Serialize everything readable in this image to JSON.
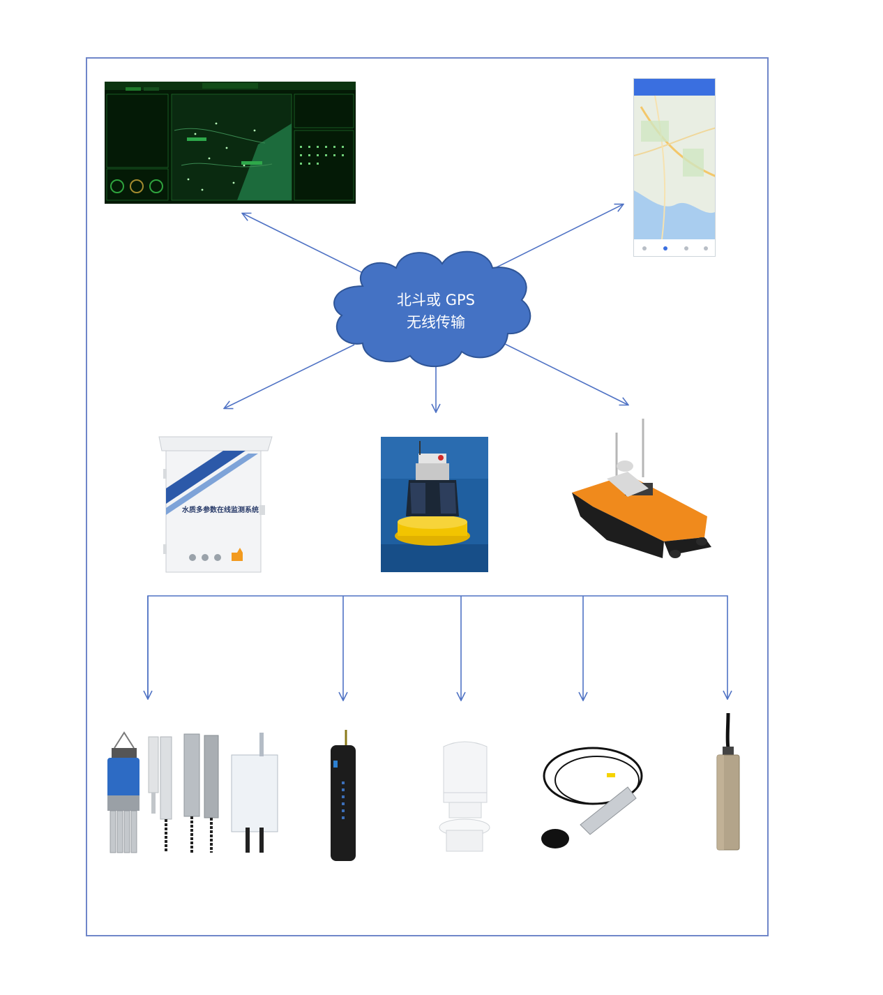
{
  "cloud": {
    "line1": "北斗或 GPS",
    "line2": "无线传输"
  },
  "cabinet": {
    "label": "水质多参数在线监测系统"
  },
  "colors": {
    "frame": "#6f86c9",
    "arrow": "#4f72c4",
    "cloud_fill": "#4472c4",
    "cloud_stroke": "#2f5597",
    "dashboard_bg": "#041a06",
    "buoy_sea": "#1f5fa0",
    "boat_hull": "#f08a1c"
  },
  "icons": [
    "monitoring-dashboard-screenshot",
    "mobile-map-app-screenshot",
    "monitoring-cabinet-image",
    "monitoring-buoy-image",
    "unmanned-survey-boat-image",
    "multiparameter-probes-image",
    "integrated-sensor-rod-image",
    "weather-station-sensor-image",
    "cable-probe-sensor-image",
    "level-transducer-image"
  ]
}
